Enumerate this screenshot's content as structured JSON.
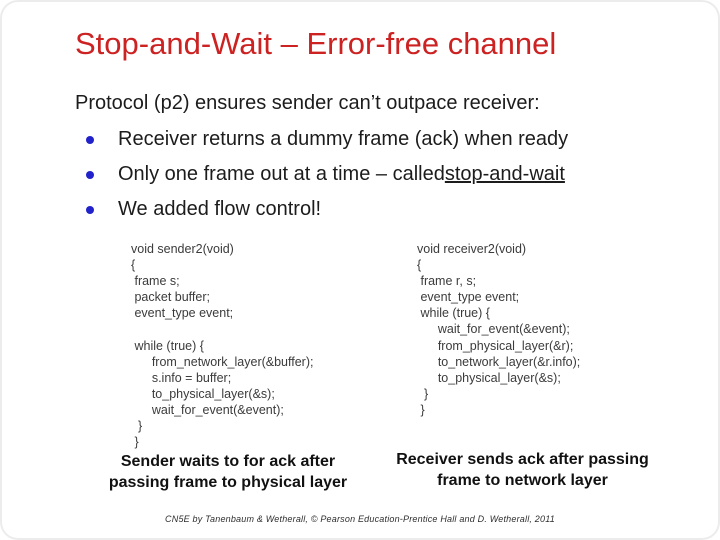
{
  "colors": {
    "title_red": "#cc2222",
    "bullet_blue": "#2222cc"
  },
  "slide": {
    "title": "Stop-and-Wait – Error-free channel",
    "intro": "Protocol (p2) ensures sender can’t outpace receiver:",
    "bullets": [
      {
        "text": "Receiver returns a dummy frame (ack) when ready",
        "underlined": ""
      },
      {
        "text": "Only one frame out at a time – called ",
        "underlined": "stop-and-wait"
      },
      {
        "text": "We added flow control!",
        "underlined": ""
      }
    ],
    "sender_code": [
      "void sender2(void)",
      "{",
      " frame s;",
      " packet buffer;",
      " event_type event;",
      "",
      " while (true) {",
      "      from_network_layer(&buffer);",
      "      s.info = buffer;",
      "      to_physical_layer(&s);",
      "      wait_for_event(&event);",
      "  }",
      " }"
    ],
    "receiver_code": [
      "void receiver2(void)",
      "{",
      " frame r, s;",
      " event_type event;",
      " while (true) {",
      "      wait_for_event(&event);",
      "      from_physical_layer(&r);",
      "      to_network_layer(&r.info);",
      "      to_physical_layer(&s);",
      "  }",
      " }"
    ],
    "captions": {
      "sender": [
        "Sender waits to for ack after",
        "passing frame to physical layer"
      ],
      "receiver": [
        "Receiver sends ack after passing",
        "frame to network layer"
      ]
    },
    "footer": "CN5E by Tanenbaum & Wetherall, © Pearson Education-Prentice Hall and D. Wetherall, 2011"
  }
}
